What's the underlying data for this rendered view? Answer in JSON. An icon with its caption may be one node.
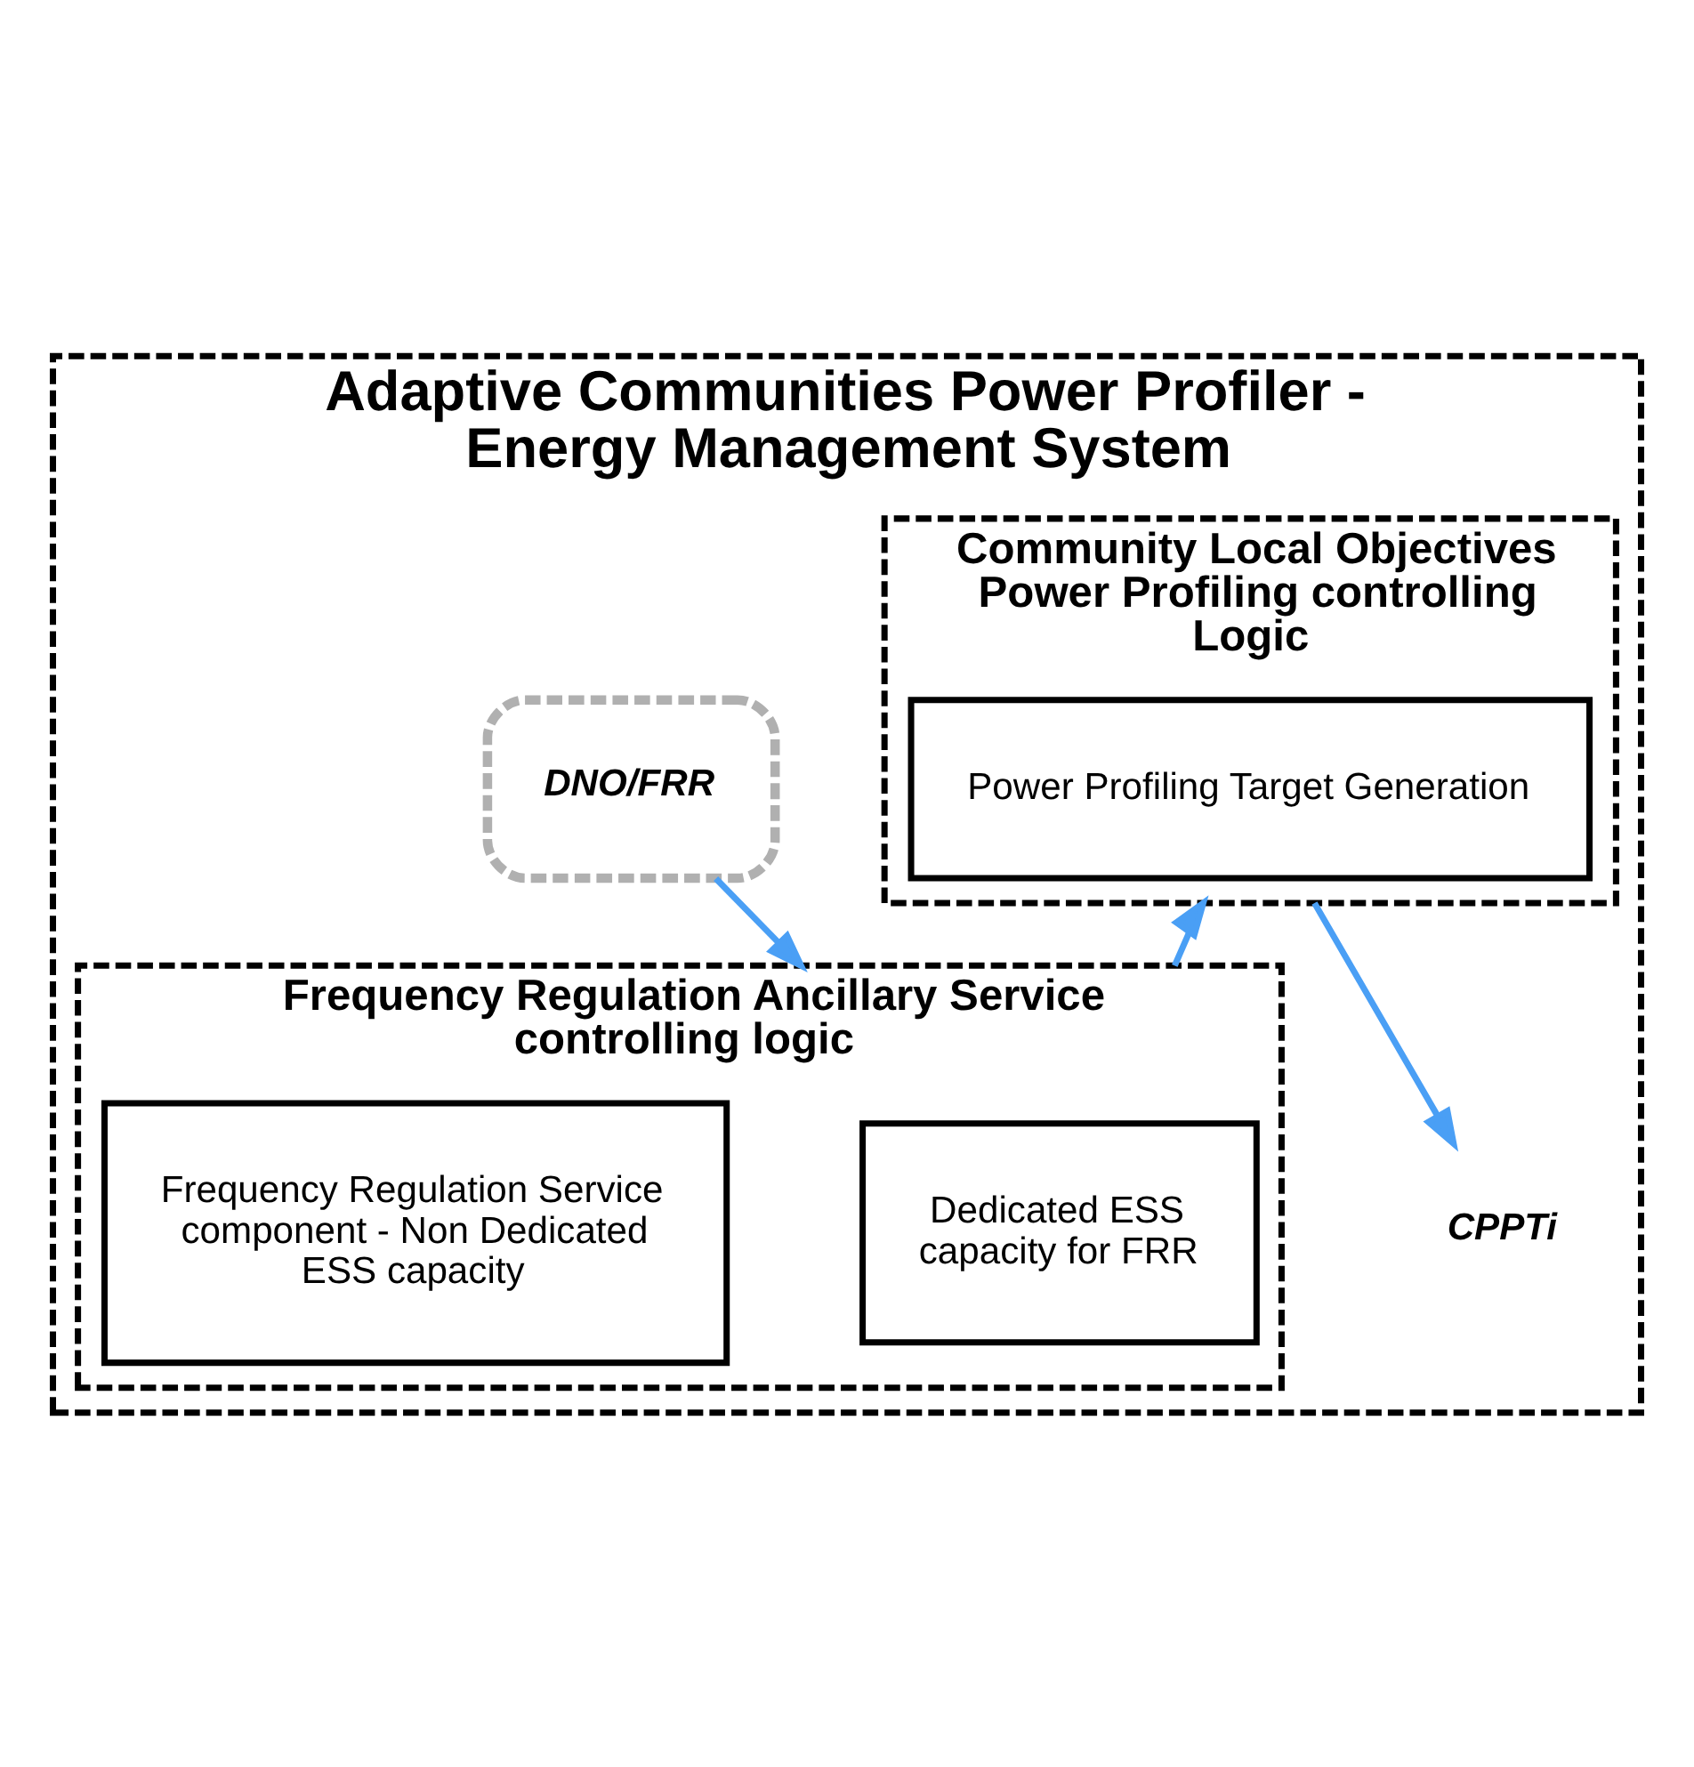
{
  "diagram": {
    "nodes": [
      {
        "text": [
          "Adaptive Communities Power Profiler - Energy Management System"
        ]
      },
      {
        "text": [
          "Community Local Objectives Power Profiling controlling Logic"
        ],
        "in": 0
      },
      {
        "text": [
          "Power Profiling Target Generation"
        ],
        "in": 1
      },
      {
        "text": [
          "DNO/FRR"
        ],
        "in": 0
      },
      {
        "text": [
          "Frequency Regulation Ancillary Service controlling logic"
        ],
        "in": 0
      },
      {
        "text": [
          "Dedicated ESS capacity for FRR"
        ],
        "in": 4
      },
      {
        "text": [
          "Frequency Regulation Service component - Non Dedicated ESS capacity"
        ],
        "in": 4
      },
      {
        "text": [
          "CPPTi"
        ],
        "in": 0
      }
    ],
    "edges": [
      {
        "from": 1,
        "to": 7,
        "arrow": "to"
      },
      {
        "from": 4,
        "to": 1,
        "arrow": "to"
      },
      {
        "from": 3,
        "to": 4,
        "arrow": "to"
      }
    ]
  }
}
